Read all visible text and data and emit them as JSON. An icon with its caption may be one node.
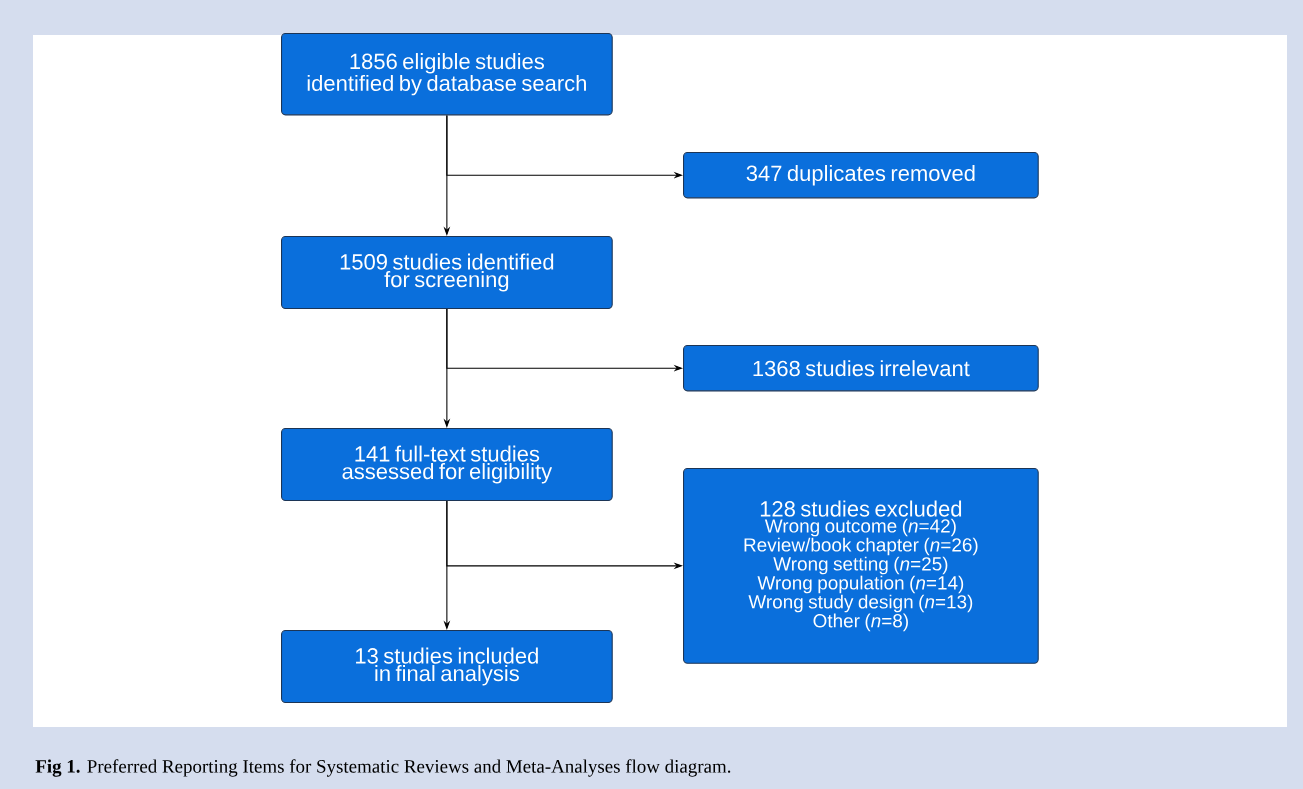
{
  "diagram": {
    "caption": "**Fig 1.** Preferred Reporting Items for Systematic Reviews and Meta-Analyses flow diagram.",
    "nodes": [
      {
        "text": [
          "1856 eligible studies identified by database search"
        ]
      },
      {
        "text": [
          "347 duplicates removed"
        ]
      },
      {
        "text": [
          "1509 studies identified for screening"
        ]
      },
      {
        "text": [
          "1368 studies irrelevant"
        ]
      },
      {
        "text": [
          "141 full-text studies assessed for eligibility"
        ]
      },
      {
        "text": [
          "128 studies excluded",
          "Wrong outcome (*n*=42)",
          "Review/book chapter (*n*=26)",
          "Wrong setting (*n*=25)",
          "Wrong population (*n*=14)",
          "Wrong study design (*n*=13)",
          "Other (*n*=8)"
        ]
      },
      {
        "text": [
          "13 studies included in final analysis"
        ]
      }
    ],
    "edges": [
      {
        "from": 0,
        "to": 2,
        "arrow": "to"
      },
      {
        "from": 0,
        "to": 1,
        "arrow": "to"
      },
      {
        "from": 2,
        "to": 4,
        "arrow": "to"
      },
      {
        "from": 2,
        "to": 3,
        "arrow": "to"
      },
      {
        "from": 4,
        "to": 6,
        "arrow": "to"
      },
      {
        "from": 4,
        "to": 5,
        "arrow": "to"
      }
    ]
  }
}
